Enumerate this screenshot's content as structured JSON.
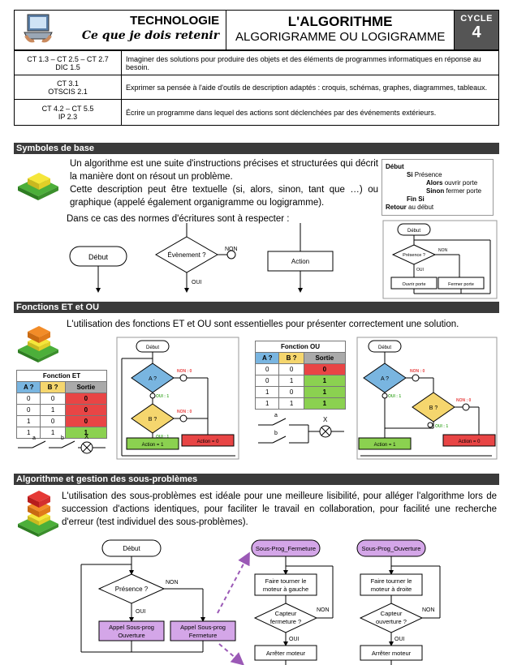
{
  "header": {
    "subject": "TECHNOLOGIE",
    "tagline": "Ce que je dois retenir",
    "title": "L'ALGORITHME",
    "subtitle": "ALGORIGRAMME OU LOGIGRAMME",
    "cycle_label": "CYCLE",
    "cycle_number": "4"
  },
  "competences": [
    {
      "code1": "CT 1.3 – CT 2.5 – CT 2.7",
      "code2": "DIC 1.5",
      "text": "Imaginer des solutions pour produire des objets et des éléments de programmes informatiques en réponse au besoin."
    },
    {
      "code1": "CT 3.1",
      "code2": "OTSCIS 2.1",
      "text": "Exprimer sa pensée à l'aide d'outils de description adaptés : croquis, schémas, graphes, diagrammes, tableaux."
    },
    {
      "code1": "CT 4.2 – CT 5.5",
      "code2": "IP 2.3",
      "text": "Écrire un programme dans lequel des actions sont déclenchées par des événements extérieurs."
    }
  ],
  "sections": {
    "s1": "Symboles de base",
    "s2": "Fonctions ET et OU",
    "s3": "Algorithme et gestion des sous-problèmes"
  },
  "s1": {
    "p1": "Un algorithme est une suite d'instructions précises et structurées qui décrit la manière dont on résout un problème.",
    "p2": "Cette description peut être textuelle (si, alors, sinon, tant que …) ou graphique (appelé également organigramme ou logigramme).",
    "p3": "Dans ce cas des normes d'écritures sont à respecter :",
    "code": {
      "debut": "Début",
      "si": "Si",
      "presence": "Présence",
      "alors": "Alors",
      "ouvrir": "ouvrir porte",
      "sinon": "Sinon",
      "fermer": "fermer porte",
      "finsi": "Fin Si",
      "retour": "Retour",
      "audebut": "au début"
    },
    "sym_debut": "Début",
    "sym_event": "Évènement ?",
    "sym_non": "NON",
    "sym_oui": "OUI",
    "sym_action": "Action",
    "mini": {
      "debut": "Début",
      "presence": "Présence ?",
      "non": "NON",
      "oui": "OUI",
      "ouvrir": "Ouvrir porte",
      "fermer": "Fermer porte"
    }
  },
  "s2": {
    "p1": "L'utilisation des fonctions ET et OU sont essentielles pour présenter correctement une solution.",
    "et_caption": "Fonction ET",
    "ou_caption": "Fonction OU",
    "headers": [
      "A ?",
      "B ?",
      "Sortie"
    ],
    "et_rows": [
      [
        "0",
        "0",
        "0"
      ],
      [
        "0",
        "1",
        "0"
      ],
      [
        "1",
        "0",
        "0"
      ],
      [
        "1",
        "1",
        "1"
      ]
    ],
    "ou_rows": [
      [
        "0",
        "0",
        "0"
      ],
      [
        "0",
        "1",
        "1"
      ],
      [
        "1",
        "0",
        "1"
      ],
      [
        "1",
        "1",
        "1"
      ]
    ],
    "sw_a": "a",
    "sw_b": "b",
    "lamp": "X",
    "fc": {
      "debut": "Début",
      "a": "A ?",
      "b": "B ?",
      "non0": "NON : 0",
      "oui1": "OUI : 1",
      "act1": "Action = 1",
      "act0": "Action = 0"
    }
  },
  "s3": {
    "p1": "L'utilisation des sous-problèmes est idéale pour une meilleure lisibilité, pour alléger l'algorithme lors de succession d'actions identiques, pour faciliter le travail en collaboration, pour facilité une recherche d'erreur (test individuel des sous-problèmes).",
    "debut": "Début",
    "presence": "Présence ?",
    "non": "NON",
    "oui": "OUI",
    "appel_ouv": [
      "Appel Sous-prog",
      "Ouverture"
    ],
    "appel_fer": [
      "Appel Sous-prog",
      "Fermeture"
    ],
    "sp_fer": "Sous-Prog_Fermeture",
    "sp_ouv": "Sous-Prog_Ouverture",
    "tourner_g": [
      "Faire tourner le",
      "moteur à gauche"
    ],
    "tourner_d": [
      "Faire tourner le",
      "moteur à droite"
    ],
    "capt_fer": [
      "Capteur",
      "fermeture ?"
    ],
    "capt_ouv": [
      "Capteur",
      "ouverture ?"
    ],
    "arreter": "Arrêter moteur"
  },
  "colors": {
    "bar": "#3a3a3a",
    "blue": "#79b5e0",
    "yellow": "#f5d66e",
    "green": "#8bd150",
    "red": "#e84545",
    "purple": "#d4a6e8"
  }
}
